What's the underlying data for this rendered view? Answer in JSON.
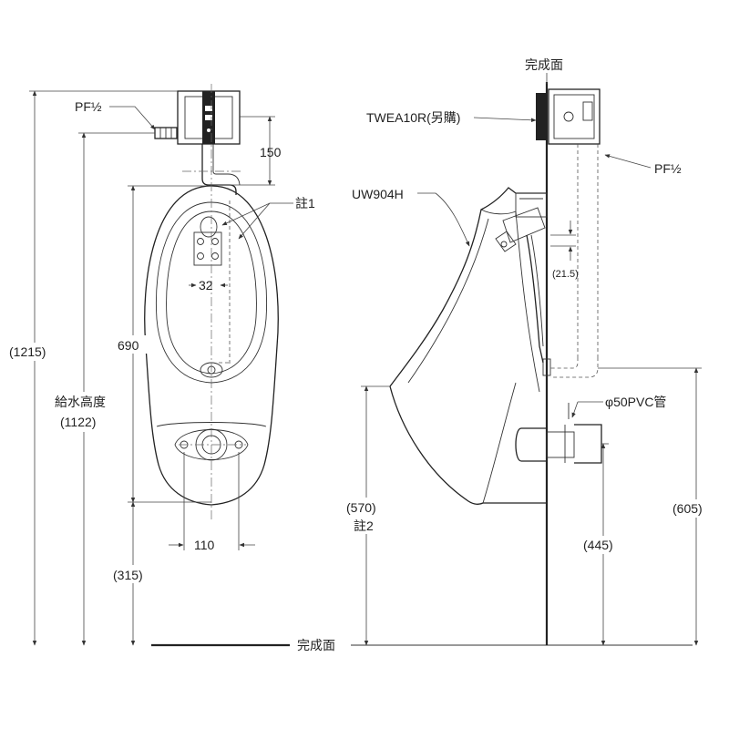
{
  "labels": {
    "pf_left": "PF½",
    "dim_150": "150",
    "note1": "註1",
    "dim_32": "32",
    "dim_690": "690",
    "dim_1215": "(1215)",
    "supply_height": "給水高度",
    "dim_1122": "(1122)",
    "dim_110": "110",
    "dim_315": "(315)",
    "finish_surface_floor": "完成面",
    "finish_surface_wall": "完成面",
    "twea": "TWEA10R(另購)",
    "uw": "UW904H",
    "pf_right": "PF½",
    "dim_21_5": "(21.5)",
    "pvc": "φ50PVC管",
    "dim_570": "(570)",
    "note2": "註2",
    "dim_605": "(605)",
    "dim_445": "(445)"
  }
}
